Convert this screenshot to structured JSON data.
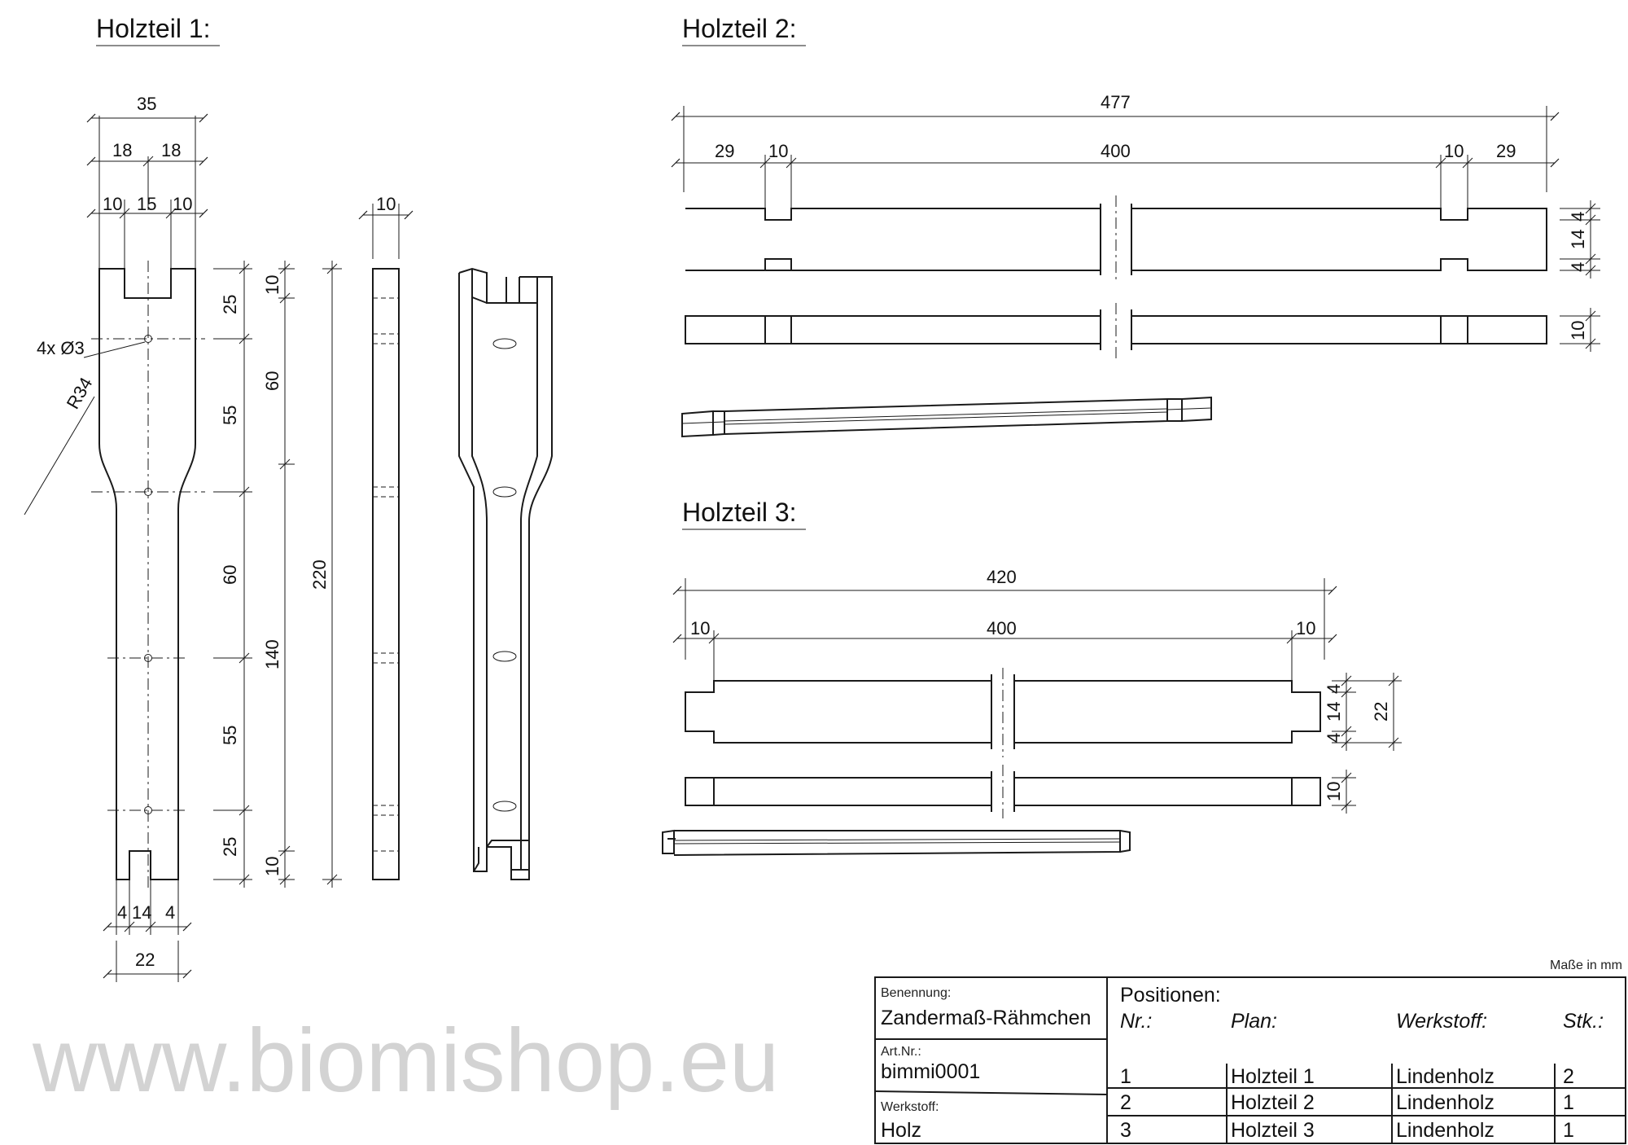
{
  "titles": {
    "part1": "Holzteil 1:",
    "part2": "Holzteil 2:",
    "part3": "Holzteil 3:"
  },
  "part1_dims": {
    "width_total": "35",
    "width_half_left": "18",
    "width_half_right": "18",
    "slot_left": "10",
    "slot_mid": "15",
    "slot_right": "10",
    "side_width": "10",
    "holes": "4x Ø3",
    "radius": "R34",
    "v_25_top": "25",
    "v_55_top": "55",
    "v_60": "60",
    "v_55_bottom": "55",
    "v_25_bottom": "25",
    "v_10_top": "10",
    "v_60_b": "60",
    "v_140": "140",
    "v_10_bottom": "10",
    "v_total": "220",
    "bottom_left": "4",
    "bottom_mid": "14",
    "bottom_right": "4",
    "bottom_total": "22"
  },
  "part2_dims": {
    "total": "477",
    "left_end": "29",
    "left_notch": "10",
    "middle": "400",
    "right_notch": "10",
    "right_end": "29",
    "h_top": "4",
    "h_mid": "14",
    "h_bottom": "4",
    "thickness": "10"
  },
  "part3_dims": {
    "total": "420",
    "left_end": "10",
    "middle": "400",
    "right_end": "10",
    "h_top": "4",
    "h_mid": "14",
    "h_bottom": "4",
    "h_total": "22",
    "thickness": "10"
  },
  "units_note": "Maße in mm",
  "watermark": "www.biomishop.eu",
  "title_block": {
    "benennung_label": "Benennung:",
    "benennung_value": "Zandermaß-Rähmchen",
    "artnr_label": "Art.Nr.:",
    "artnr_value": "bimmi0001",
    "werkstoff_label": "Werkstoff:",
    "werkstoff_value": "Holz",
    "positions_title": "Positionen:",
    "col_nr": "Nr.:",
    "col_plan": "Plan:",
    "col_werkstoff": "Werkstoff:",
    "col_stk": "Stk.:",
    "rows": [
      {
        "nr": "1",
        "plan": "Holzteil 1",
        "werkstoff": "Lindenholz",
        "stk": "2"
      },
      {
        "nr": "2",
        "plan": "Holzteil 2",
        "werkstoff": "Lindenholz",
        "stk": "1"
      },
      {
        "nr": "3",
        "plan": "Holzteil 3",
        "werkstoff": "Lindenholz",
        "stk": "1"
      }
    ]
  }
}
